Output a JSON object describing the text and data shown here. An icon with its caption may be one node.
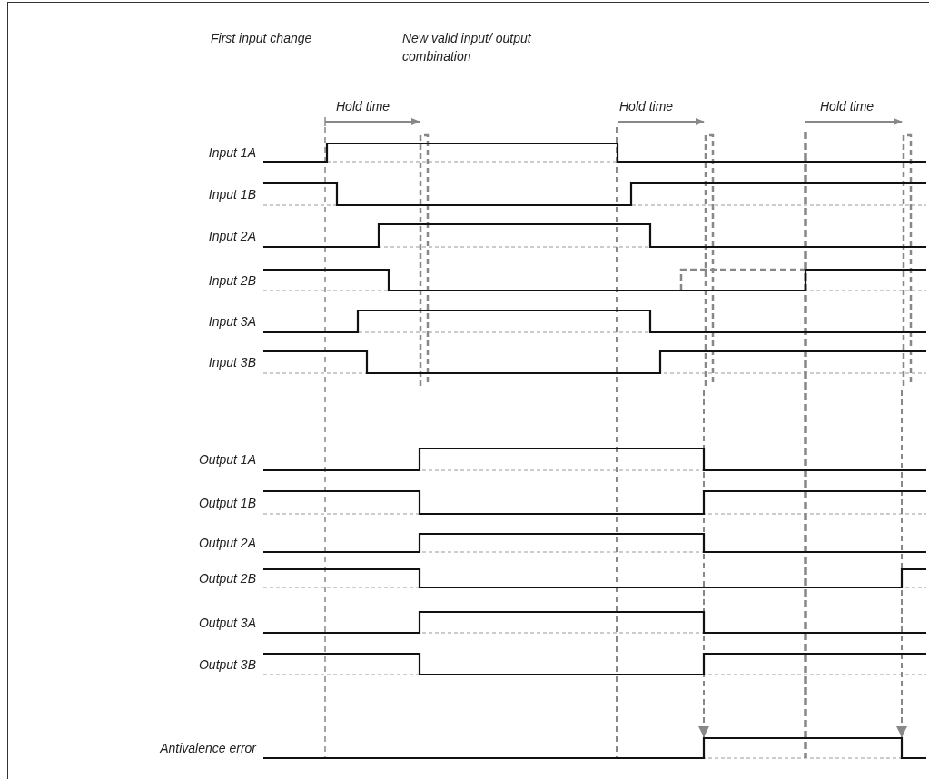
{
  "diagram": {
    "labels": [
      "First input change",
      "New valid input/ output combination",
      "Hold time",
      "Hold time",
      "Hold time",
      "Input 1A",
      "Input 1B",
      "Input 2A",
      "Input 2B",
      "Input 3A",
      "Input 3B",
      "Output 1A",
      "Output 1B",
      "Output 2A",
      "Output 2B",
      "Output 3A",
      "Output 3B",
      "Antivalence error"
    ]
  }
}
